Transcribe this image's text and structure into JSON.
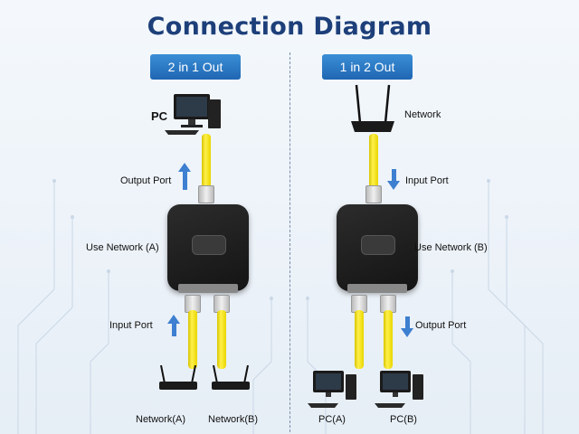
{
  "title": "Connection Diagram",
  "left_panel": {
    "heading": "2 in 1 Out",
    "pc_label": "PC",
    "output_port_label": "Output Port",
    "use_network_label": "Use Network (A)",
    "input_port_label": "Input Port",
    "network_a_label": "Network(A)",
    "network_b_label": "Network(B)"
  },
  "right_panel": {
    "heading": "1 in 2 Out",
    "network_label": "Network",
    "input_port_label": "Input Port",
    "use_network_label": "Use Network (B)",
    "output_port_label": "Output Port",
    "pc_a_label": "PC(A)",
    "pc_b_label": "PC(B)"
  },
  "colors": {
    "title": "#1d3f7a",
    "heading_bg": "#2f7fcc",
    "arrow": "#3d7fd0",
    "cable": "#f2e21c",
    "switch": "#1c1c1c"
  }
}
